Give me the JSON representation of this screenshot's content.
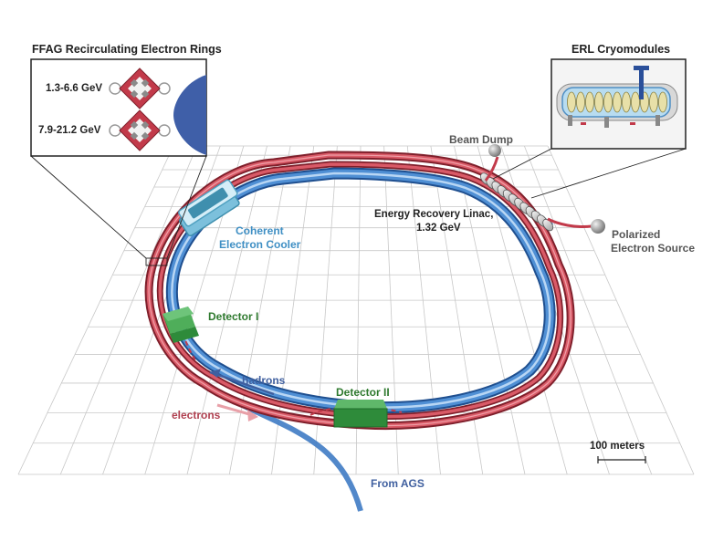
{
  "insets": {
    "ffag_title": "FFAG Recirculating Electron Rings",
    "ring1_energy": "1.3-6.6 GeV",
    "ring2_energy": "7.9-21.2 GeV",
    "erl_title": "ERL Cryomodules"
  },
  "labels": {
    "beam_dump": "Beam Dump",
    "erl_line1": "Energy Recovery Linac,",
    "erl_line2": "1.32 GeV",
    "polarized_line1": "Polarized",
    "polarized_line2": "Electron Source",
    "cooler_line1": "Coherent",
    "cooler_line2": "Electron Cooler",
    "detector1": "Detector I",
    "detector2": "Detector II",
    "hadrons": "hadrons",
    "electrons": "electrons",
    "from_ags": "From AGS",
    "scale": "100 meters"
  },
  "colors": {
    "hadron_ring": "#3f7bc4",
    "electron_ring": "#c23a4a",
    "detector": "#2e8b3a",
    "cooler": "#8fcde6",
    "grid": "#c8c8c8"
  }
}
